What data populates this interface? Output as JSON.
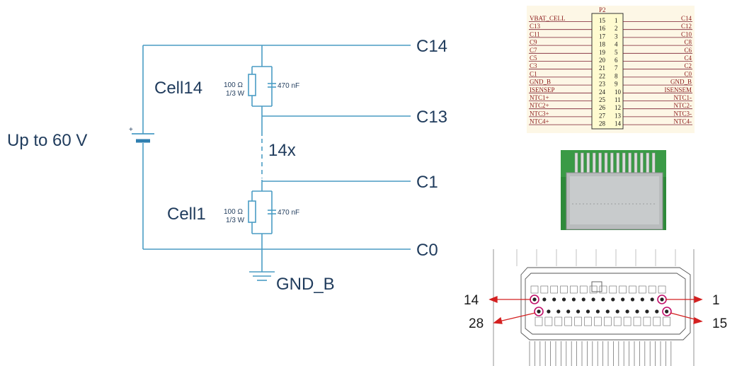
{
  "circuit": {
    "supply_label": "Up to 60 V",
    "plus_sign": "+",
    "multiplier_label": "14x",
    "ground_label": "GND_B",
    "taps": [
      "C14",
      "C13",
      "C1",
      "C0"
    ],
    "cell_top": {
      "name": "Cell14",
      "resistor_value": "100 Ω",
      "resistor_power": "1/3 W",
      "capacitor_value": "470 nF"
    },
    "cell_bottom": {
      "name": "Cell1",
      "resistor_value": "100 Ω",
      "resistor_power": "1/3 W",
      "capacitor_value": "470 nF"
    },
    "wire_color": "#4a9cc4",
    "text_color": "#1f3b5c"
  },
  "schematic": {
    "designator": "P2",
    "left_signals": [
      "VBAT_CELL",
      "C13",
      "C11",
      "C9",
      "C7",
      "C5",
      "C3",
      "C1",
      "GND_B",
      "ISENSEP",
      "NTC1+",
      "NTC2+",
      "NTC3+",
      "NTC4+"
    ],
    "right_signals": [
      "C14",
      "C12",
      "C10",
      "C8",
      "C6",
      "C4",
      "C2",
      "C0",
      "GND_B",
      "ISENSEM",
      "NTC1-",
      "NTC2-",
      "NTC3-",
      "NTC4-"
    ],
    "left_pins": [
      "15",
      "16",
      "17",
      "18",
      "19",
      "20",
      "21",
      "22",
      "23",
      "24",
      "25",
      "26",
      "27",
      "28"
    ],
    "right_pins": [
      "1",
      "2",
      "3",
      "4",
      "5",
      "6",
      "7",
      "8",
      "9",
      "10",
      "11",
      "12",
      "13",
      "14"
    ],
    "background": "#fdf7e6",
    "body_color": "#fffbd0"
  },
  "footprint": {
    "pin_labels": {
      "top_left": "14",
      "top_right": "1",
      "bottom_left": "28",
      "bottom_right": "15"
    },
    "arrow_color": "#d42020",
    "ring_color": "#c0106a"
  }
}
